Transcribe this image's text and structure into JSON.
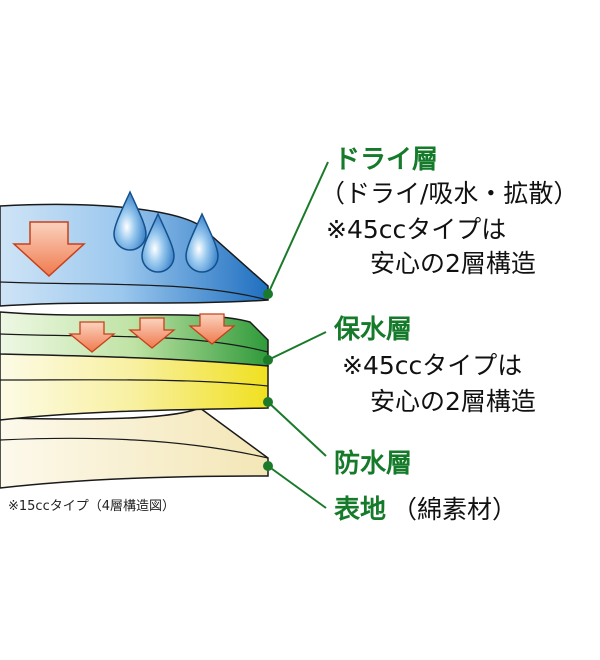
{
  "colors": {
    "dry_layer": "#1f6fc0",
    "dry_layer_light": "#9cc8ee",
    "absorb_layer": "#2f9a3a",
    "absorb_layer_light": "#d6eec4",
    "waterproof_layer": "#f0e020",
    "waterproof_layer_light": "#fbf7dc",
    "surface_layer": "#f3e6b6",
    "surface_layer_light": "#fdf9ec",
    "leader_line": "#1a7a2a",
    "title_text": "#157a2a",
    "arrow_fill": "#f08258",
    "arrow_stroke": "#c8401a",
    "droplet": "#2a7ac8"
  },
  "labels": {
    "dry": {
      "title": "ドライ層",
      "desc": "（ドライ/吸水・拡散）",
      "note1": "※45ccタイプは",
      "note2": "安心の2層構造"
    },
    "absorb": {
      "title": "保水層",
      "note1": "※45ccタイプは",
      "note2": "安心の2層構造"
    },
    "waterproof": {
      "title": "防水層"
    },
    "surface": {
      "title": "表地",
      "material": "（綿素材）"
    }
  },
  "caption": "※15ccタイプ（4層構造図）",
  "icons": [
    "water-droplet-icon",
    "down-arrow-icon"
  ]
}
